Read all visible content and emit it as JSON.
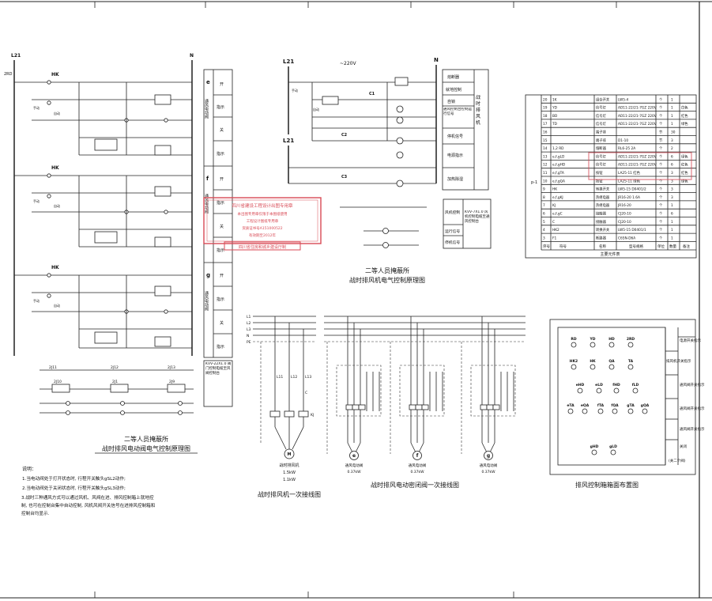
{
  "left_panel": {
    "terminals_top": [
      "L21",
      "N"
    ],
    "fuse_label": "2RD",
    "hk_label": "HK",
    "manual_label": "手动",
    "auto_label": "自动",
    "rows": [
      {
        "letter": "e",
        "segments": [
          "开",
          "指示",
          "关",
          "指示"
        ],
        "mid_text": "通风电动阀"
      },
      {
        "letter": "f",
        "segments": [
          "开",
          "指示",
          "关",
          "指示"
        ],
        "mid_text": "通风电动阀"
      },
      {
        "letter": "g",
        "segments": [
          "开",
          "指示",
          "关",
          "指示"
        ],
        "mid_text": "通风电动阀"
      }
    ],
    "right_box_text": "KVV-22X1.0 阀门控制电缆至风阀控制台",
    "terminal_strip": [
      "2J1",
      "2J11",
      "2J12",
      "2J13",
      "2J10",
      "2J9"
    ],
    "caption_line1": "二等人员掩蔽所",
    "caption_line2": "战时排风电动阀电气控制原理图"
  },
  "notes": {
    "heading": "说明：",
    "items": [
      "1.当电动阀处于打开状态时, 行程开关触头gSL2动作;",
      "2.当电动阀处于关闭状态时, 行程开关触头gSL3动作;",
      "3.战时三种通风方式可以通过风机、风阀在进、排风控制箱上就地控制, 也可在控制台集中自动控制, 风机风阀开关信号在进排风控制箱和控制台均显示."
    ]
  },
  "fan_control": {
    "terminals": [
      "L21",
      "N"
    ],
    "voltage": "~220V",
    "labels": [
      "熔断器",
      "就地控制",
      "自锁",
      "通风控制台控制运行信号",
      "停机信号",
      "电源指示",
      "加热除湿"
    ],
    "right_label": "战时排风机",
    "side_table": [
      "风机控制",
      "运行信号",
      "停机信号"
    ],
    "side_cable": "KVV-7X1.0 风机控制电缆至通风控制台",
    "coil_labels": [
      "C1",
      "C2",
      "C3"
    ],
    "caption_line1": "二等人员掩蔽所",
    "caption_line2": "战时排风机电气控制原理图"
  },
  "equipment_table": {
    "columns": [
      "序号",
      "符号",
      "名称",
      "型号规格",
      "单位",
      "数量",
      "备注"
    ],
    "rows": [
      [
        "20",
        "1K",
        "组合开关",
        "LW5-4",
        "个",
        "1",
        ""
      ],
      [
        "19",
        "YD",
        "信号灯",
        "AD11-22/21-7GZ 220V",
        "个",
        "1",
        "白色"
      ],
      [
        "18",
        "BD",
        "信号灯",
        "AD11-22/21-7GZ 220V",
        "个",
        "1",
        "红色"
      ],
      [
        "17",
        "TD",
        "信号灯",
        "AD11-22/21-7GZ 220V",
        "个",
        "1",
        "绿色"
      ],
      [
        "16",
        "",
        "端子排",
        "",
        "节",
        "30",
        ""
      ],
      [
        "15",
        "",
        "端子排",
        "D1-10",
        "节",
        "3",
        ""
      ],
      [
        "14",
        "1,2 RD",
        "熔断器",
        "RL6-25 2A",
        "个",
        "2",
        ""
      ],
      [
        "13",
        "e,f,gLD",
        "信号灯",
        "AD11-22/21-7GZ 220V",
        "个",
        "6",
        "绿色"
      ],
      [
        "12",
        "e,f,gHD",
        "信号灯",
        "AD11-22/21-7GZ 220V",
        "个",
        "6",
        "红色"
      ],
      [
        "11",
        "e,f,gTA",
        "按钮",
        "LA25-11 红色",
        "个",
        "3",
        "红色"
      ],
      [
        "10",
        "e,f,gQA",
        "按钮",
        "LA25-11 绿色",
        "个",
        "3",
        "绿色"
      ],
      [
        "9",
        "HK",
        "转换开关",
        "LW5-15 D0401/2",
        "个",
        "3",
        ""
      ],
      [
        "8",
        "e,f,gKJ",
        "热继电器",
        "JR16-20 1.6A",
        "个",
        "3",
        ""
      ],
      [
        "7",
        "KJ",
        "热继电器",
        "JR16-20",
        "个",
        "1",
        ""
      ],
      [
        "6",
        "e,f,gC",
        "接触器",
        "CJ20-10",
        "个",
        "6",
        ""
      ],
      [
        "5",
        "C",
        "接触器",
        "CJ20-10",
        "个",
        "1",
        ""
      ],
      [
        "4",
        "HK2",
        "转换开关",
        "LW5-15 D0401/1",
        "个",
        "1",
        ""
      ],
      [
        "3",
        "F1",
        "断路器",
        "C65N-D6A",
        "个",
        "1",
        ""
      ]
    ],
    "footer": "主要元件表",
    "side_label": "p-1"
  },
  "stamp": {
    "lines": [
      "四川省建设工程设计出图专用章",
      "本出图专用章仅限于本图纸使用",
      "工程设计图纸专用章",
      "资质证书号A151000522",
      "有效期至2012年"
    ],
    "foot": "四川省住房和城乡建设厅制"
  },
  "one_line_fan": {
    "phases": [
      "L1",
      "L2",
      "L3",
      "N",
      "PE"
    ],
    "labels": [
      "L11",
      "L12",
      "L13",
      "C",
      "KJ"
    ],
    "motor_label": "排风机",
    "motor_mark": "M",
    "title": "战时排风机",
    "power1": "1.5kW",
    "power2": "1.1kW",
    "caption": "战时排风机一次接线图"
  },
  "one_line_valves": {
    "phases": [
      "L1",
      "L2",
      "L3",
      "N",
      "PE"
    ],
    "valves": [
      {
        "mark": "e",
        "label": "通风电动阀",
        "power": "0.37kW"
      },
      {
        "mark": "f",
        "label": "通风电动阀",
        "power": "0.37kW"
      },
      {
        "mark": "g",
        "label": "通风电动阀",
        "power": "0.37kW"
      }
    ],
    "caption": "战时排风电动密闭阀一次接线图"
  },
  "panel_layout": {
    "row1": [
      "RD",
      "YD",
      "HD",
      "2RD"
    ],
    "row2": [
      "HK2",
      "HK",
      "QA",
      "TA"
    ],
    "row3": [
      "eHD",
      "eLD",
      "fHD",
      "fLD"
    ],
    "row4": [
      "eTA",
      "eQA",
      "fTA",
      "fQA",
      "gTA",
      "gQA"
    ],
    "row5": [
      "gHD",
      "gLD"
    ],
    "side_labels": [
      "电源开关指示",
      "排风机开关指示",
      "通风阀开关指示",
      "通风阀开关指示",
      "通风阀开关指示",
      "关闭",
      "(关二个阀)"
    ],
    "caption": "排风控制箱箱面布置图"
  }
}
